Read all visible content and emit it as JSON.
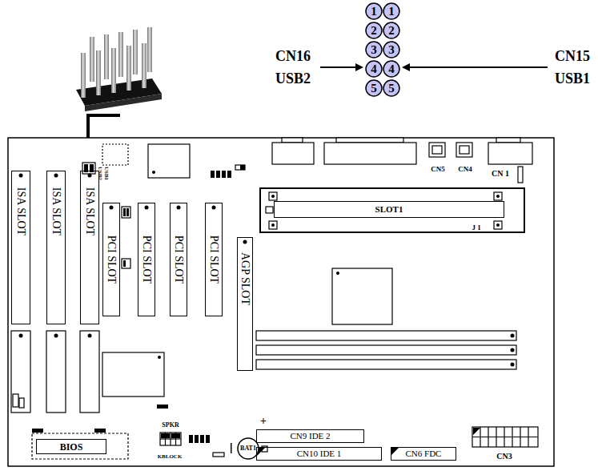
{
  "diagram": {
    "nodes": [
      {
        "text": [
          "1"
        ]
      },
      {
        "text": [
          "1"
        ]
      },
      {
        "text": [
          "2"
        ]
      },
      {
        "text": [
          "2"
        ]
      },
      {
        "text": [
          "3"
        ]
      },
      {
        "text": [
          "3"
        ]
      },
      {
        "text": [
          "4"
        ]
      },
      {
        "text": [
          "4"
        ]
      },
      {
        "text": [
          "5"
        ]
      },
      {
        "text": [
          "5"
        ]
      },
      {
        "text": [
          "ISA SLOT"
        ]
      },
      {
        "text": [
          "ISA SLOT"
        ]
      },
      {
        "text": [
          "ISA SLOT"
        ]
      },
      {
        "text": [
          "PCI SLOT"
        ]
      },
      {
        "text": [
          "PCI SLOT"
        ]
      },
      {
        "text": [
          "PCI SLOT"
        ]
      },
      {
        "text": [
          "PCI SLOT"
        ]
      },
      {
        "text": [
          "AGP SLOT"
        ]
      },
      {
        "text": [
          "SLOT1"
        ]
      },
      {
        "text": [
          "BIOS"
        ]
      },
      {
        "text": [
          "BAT1"
        ]
      },
      {
        "text": [
          "CN9 IDE 2"
        ]
      },
      {
        "text": [
          "CN10 IDE 1"
        ]
      },
      {
        "text": [
          "CN6 FDC"
        ]
      }
    ],
    "labels": [
      "CN16 USB2",
      "CN15 USB1",
      "USB2",
      "USB1",
      "CN5",
      "CN4",
      "CN 1",
      "J 1",
      "SPKR",
      "KBLOCK",
      "+",
      "CN3"
    ]
  }
}
